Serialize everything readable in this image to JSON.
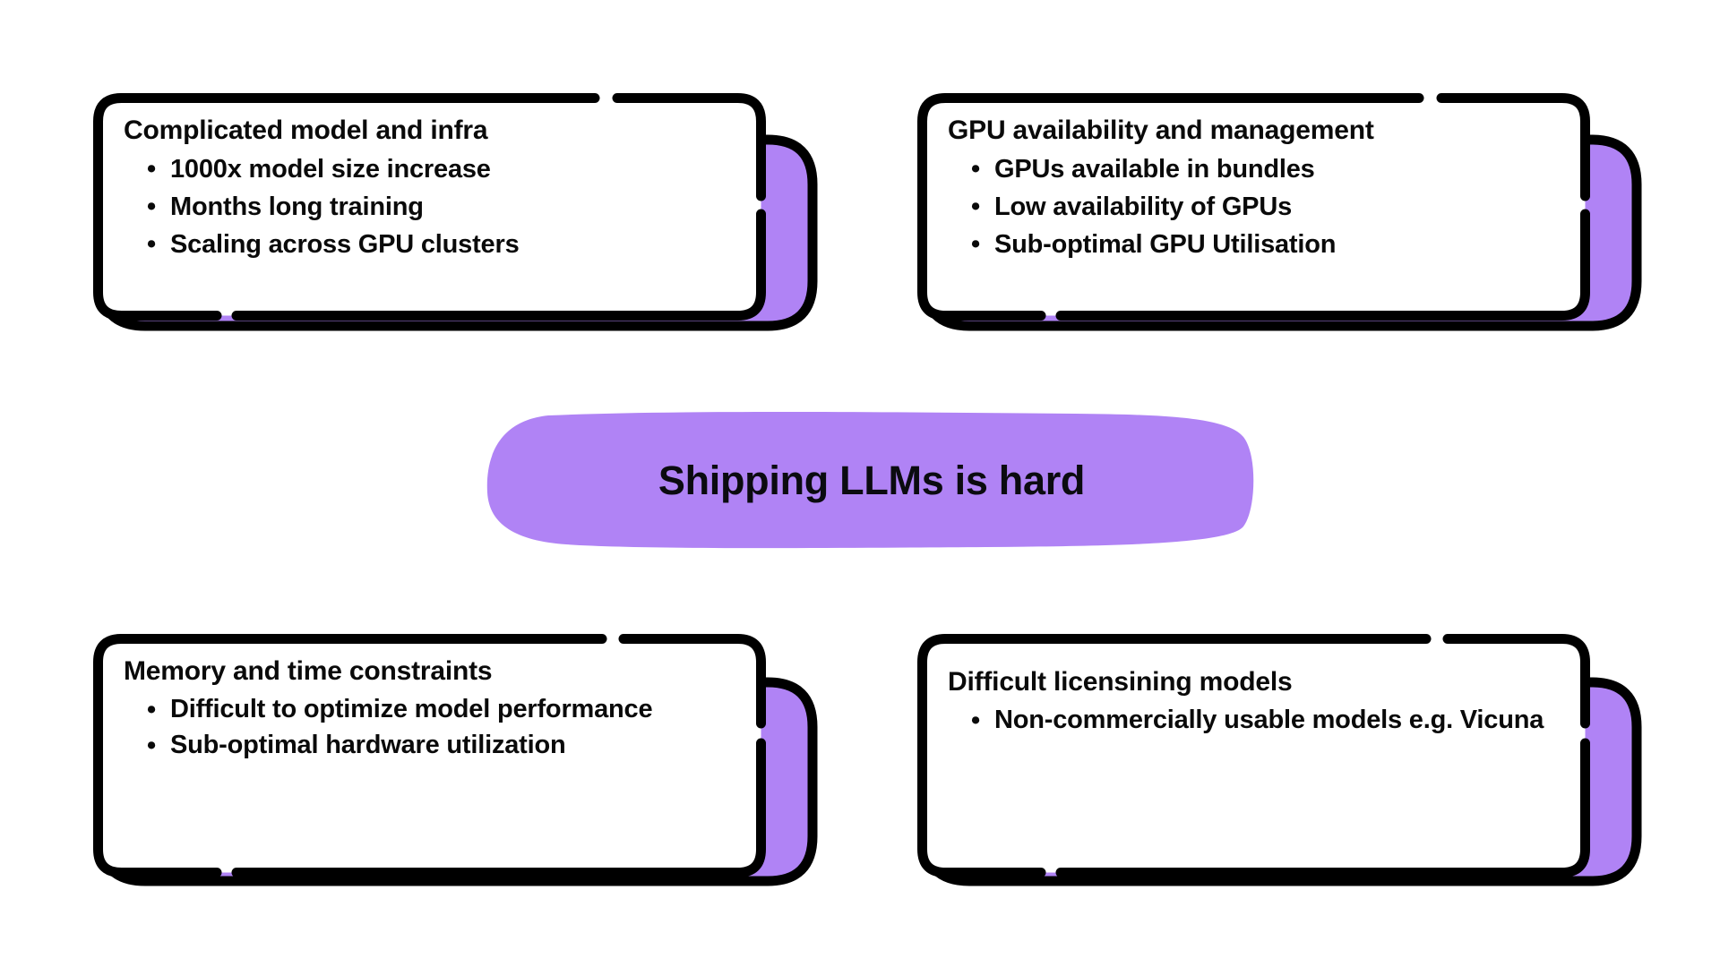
{
  "theme": {
    "background": "#ffffff",
    "accent_purple": "#b083f5",
    "outline": "#000000",
    "text": "#0a0a0a",
    "card_fill": "#ffffff"
  },
  "center_banner": {
    "label": "Shipping LLMs is hard",
    "shape": "rounded-blob",
    "fill": "#b083f5"
  },
  "cards": [
    {
      "id": "complicated-model-and-infra",
      "position": "top-left",
      "title": "Complicated model and infra",
      "bullets": [
        "1000x model size increase",
        "Months long training",
        "Scaling across GPU clusters"
      ]
    },
    {
      "id": "gpu-availability-and-management",
      "position": "top-right",
      "title": "GPU availability and management",
      "bullets": [
        "GPUs available in bundles",
        "Low availability of GPUs",
        "Sub-optimal GPU Utilisation"
      ]
    },
    {
      "id": "memory-and-time-constraints",
      "position": "bottom-left",
      "title": "Memory and time constraints",
      "bullets": [
        "Difficult to optimize model performance",
        " Sub-optimal hardware utilization"
      ]
    },
    {
      "id": "difficult-licensining-models",
      "position": "bottom-right",
      "title": "Difficult licensining models",
      "bullets": [
        "Non-commercially usable models e.g. Vicuna"
      ]
    }
  ],
  "glyphs": {
    "bullet": "•"
  }
}
